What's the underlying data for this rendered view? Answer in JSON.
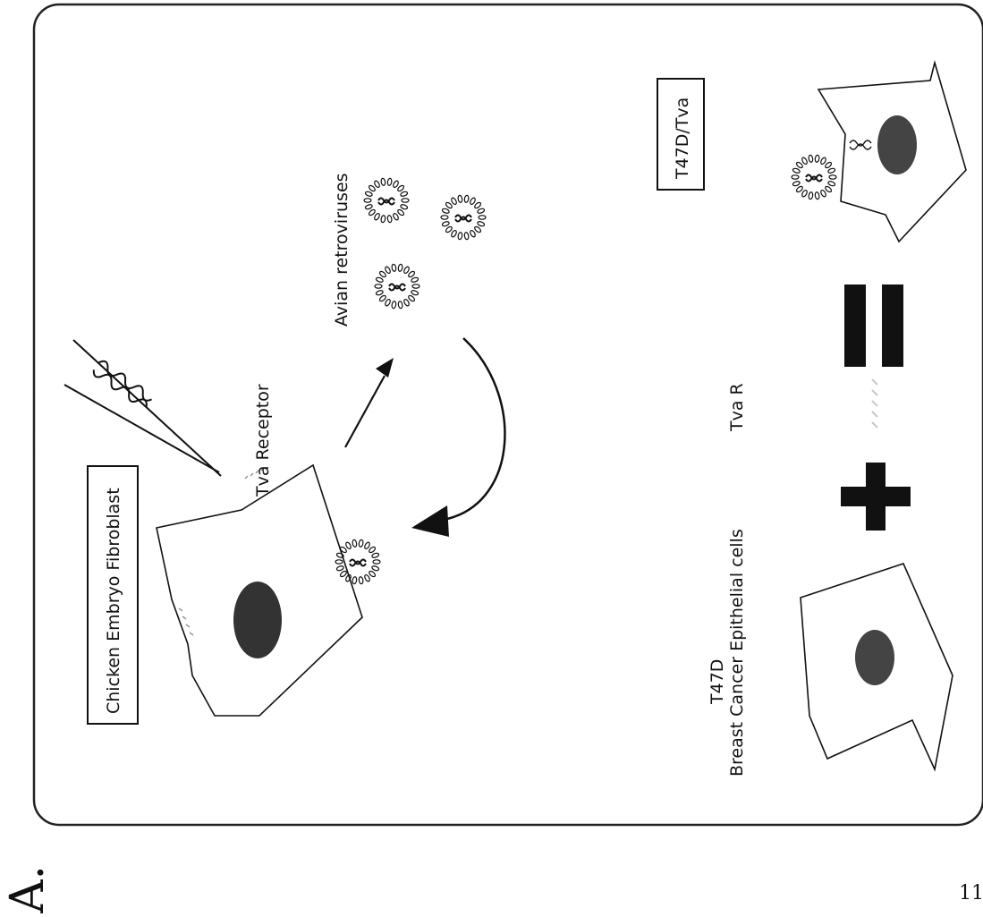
{
  "panel_label": "A.",
  "page_number": "11",
  "labels": {
    "chicken_embryo_fibroblast": "Chicken Embryo Fibroblast",
    "tva_receptor": "Tva Receptor",
    "avian_retroviruses": "Avian retroviruses",
    "t47d_tva": "T47D/Tva",
    "tva_r": "Tva R",
    "t47d": "T47D",
    "breast_cancer_epithelial_cells": "Breast Cancer Epithelial cells"
  },
  "icons": {
    "plus": "plus-sign-icon",
    "equals": "equals-sign-icon",
    "arrow": "arrow-icon",
    "virus": "retrovirus-icon",
    "cell": "cell-icon"
  },
  "colors": {
    "ink": "#111111",
    "nucleus": "#333333",
    "light": "#bdbdbd"
  }
}
